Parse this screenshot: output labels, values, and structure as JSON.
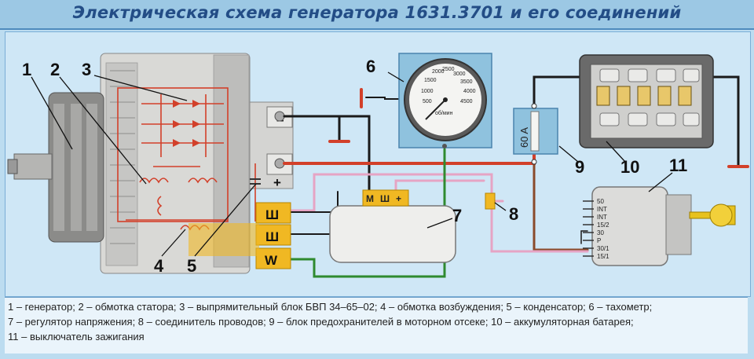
{
  "title": "Электрическая схема генератора 1631.3701 и его соединений",
  "callouts": [
    "1",
    "2",
    "3",
    "4",
    "5",
    "6",
    "7",
    "8",
    "9",
    "10",
    "11"
  ],
  "alternator": {
    "terminal_minus": "–",
    "terminal_plus": "+",
    "connectors": [
      "Ш",
      "Ш",
      "W"
    ]
  },
  "regulator": {
    "pins": [
      "М",
      "Ш",
      "+"
    ]
  },
  "tachometer": {
    "scale": [
      "500",
      "1000",
      "1500",
      "2000",
      "2500",
      "3000",
      "3500",
      "4000",
      "4500"
    ],
    "unit": "об/мин"
  },
  "fuse_block": {
    "rating": "60 A"
  },
  "ignition_switch": {
    "terminals": [
      "50",
      "INT",
      "INT",
      "15/2",
      "30",
      "P",
      "30/1",
      "15/1"
    ]
  },
  "legend": {
    "lines": [
      "1 – генератор; 2 – обмотка статора; 3 – выпрямительный блок БВП 34–65–02; 4 – обмотка возбуждения; 5 – конденсатор; 6 – тахометр;",
      "7 – регулятор напряжения; 8 – соединитель проводов; 9 – блок предохранителей в моторном отсеке; 10 – аккумуляторная батарея;",
      "11 – выключатель зажигания"
    ]
  },
  "colors": {
    "wire_red": "#d2402a",
    "wire_black": "#1a1a1a",
    "wire_green": "#2f8a2f",
    "wire_pink": "#e6a4c4",
    "wire_brown": "#8a4a2a",
    "connector_yellow": "#f0b823",
    "title_text": "#234d86"
  }
}
